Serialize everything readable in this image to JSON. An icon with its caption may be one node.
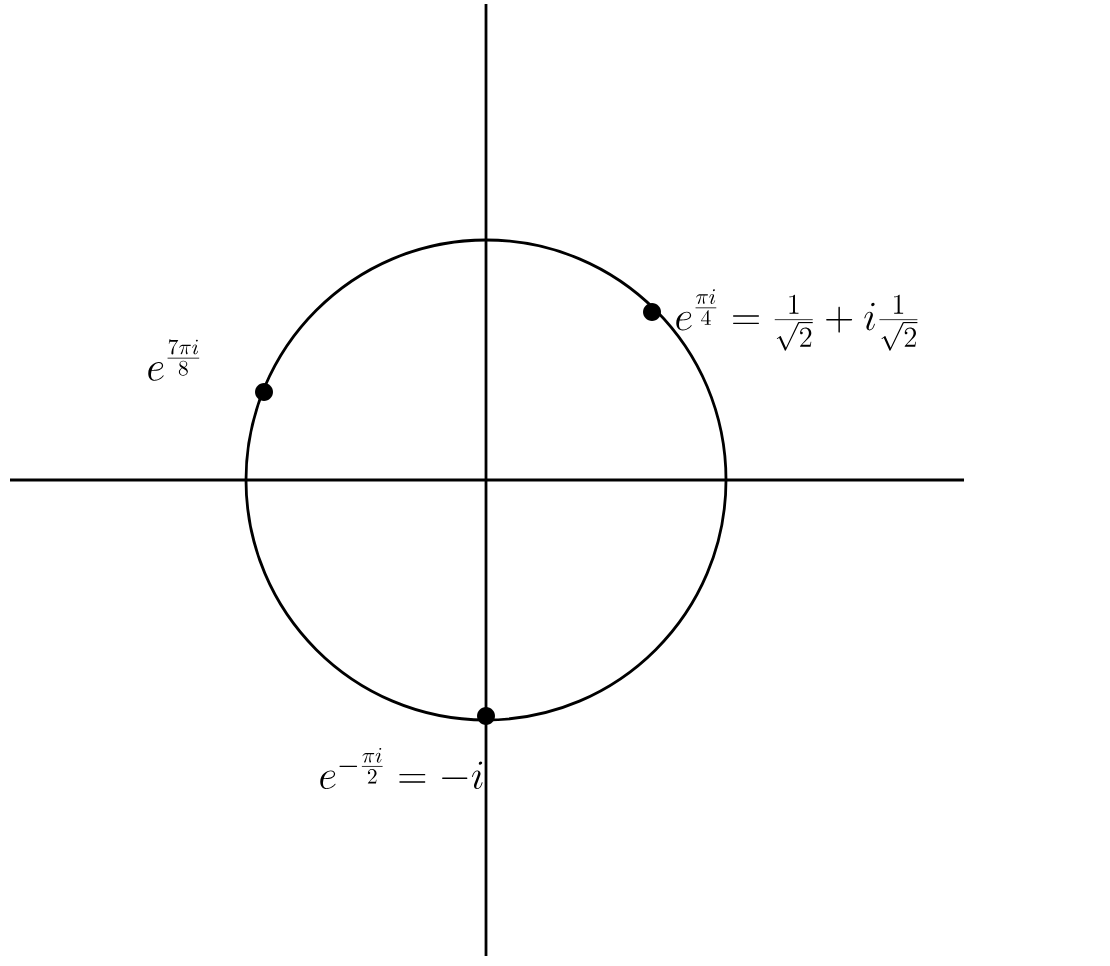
{
  "diagram": {
    "labels": [
      "e^{\\frac{\\pi i}{4}} = \\frac{1}{\\sqrt{2}} + i\\frac{1}{\\sqrt{2}}",
      "e^{\\frac{7\\pi i}{8}}",
      "e^{-\\frac{\\pi i}{2}} = -i"
    ]
  }
}
